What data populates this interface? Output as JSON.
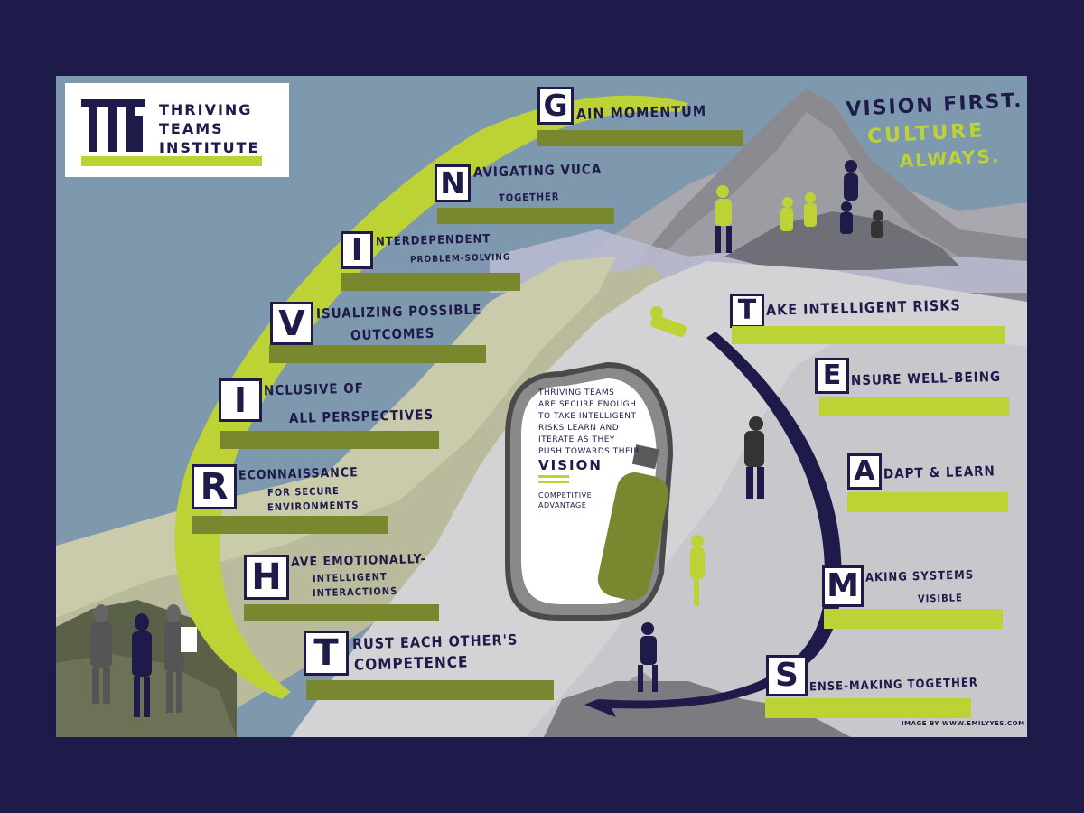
{
  "logo": {
    "lines": [
      "THRIVING",
      "TEAMS",
      "INSTITUTE"
    ]
  },
  "tagline": {
    "line1": "Vision First.",
    "line2": "Culture",
    "line3": "Always."
  },
  "thriving_steps": [
    {
      "letter": "G",
      "text": "ain Momentum",
      "text2": ""
    },
    {
      "letter": "N",
      "text": "avigating VUCA",
      "text2": "together"
    },
    {
      "letter": "I",
      "text": "nterdependent",
      "text2": "problem-solving"
    },
    {
      "letter": "V",
      "text": "isualizing possible",
      "text2": "outcomes"
    },
    {
      "letter": "I",
      "text": "nclusive of",
      "text2": "all perspectives"
    },
    {
      "letter": "R",
      "text": "econnaissance",
      "text2": "for secure",
      "text3": "environments"
    },
    {
      "letter": "H",
      "text": "ave emotionally-",
      "text2": "intelligent",
      "text3": "interactions"
    },
    {
      "letter": "T",
      "text": "rust each other's",
      "text2": "competence"
    }
  ],
  "teams_steps": [
    {
      "letter": "T",
      "text": "ake Intelligent Risks",
      "text2": ""
    },
    {
      "letter": "E",
      "text": "nsure Well-being",
      "text2": ""
    },
    {
      "letter": "A",
      "text": "dapt & Learn",
      "text2": ""
    },
    {
      "letter": "M",
      "text": "aking systems",
      "text2": "visible"
    },
    {
      "letter": "S",
      "text": "ense-making together",
      "text2": ""
    }
  ],
  "center": {
    "line1": "Thriving Teams",
    "line2": "are secure enough",
    "line3": "to take intelligent",
    "line4": "risks learn and",
    "line5": "iterate as they",
    "line6": "push towards their",
    "vision": "Vision",
    "adv1": "Competitive",
    "adv2": "Advantage"
  },
  "credit": "Image by www.emilyyes.com",
  "colors": {
    "navy": "#1e1a4a",
    "lime": "#bcd235",
    "olive": "#79872e",
    "sky": "#7e98ae"
  }
}
